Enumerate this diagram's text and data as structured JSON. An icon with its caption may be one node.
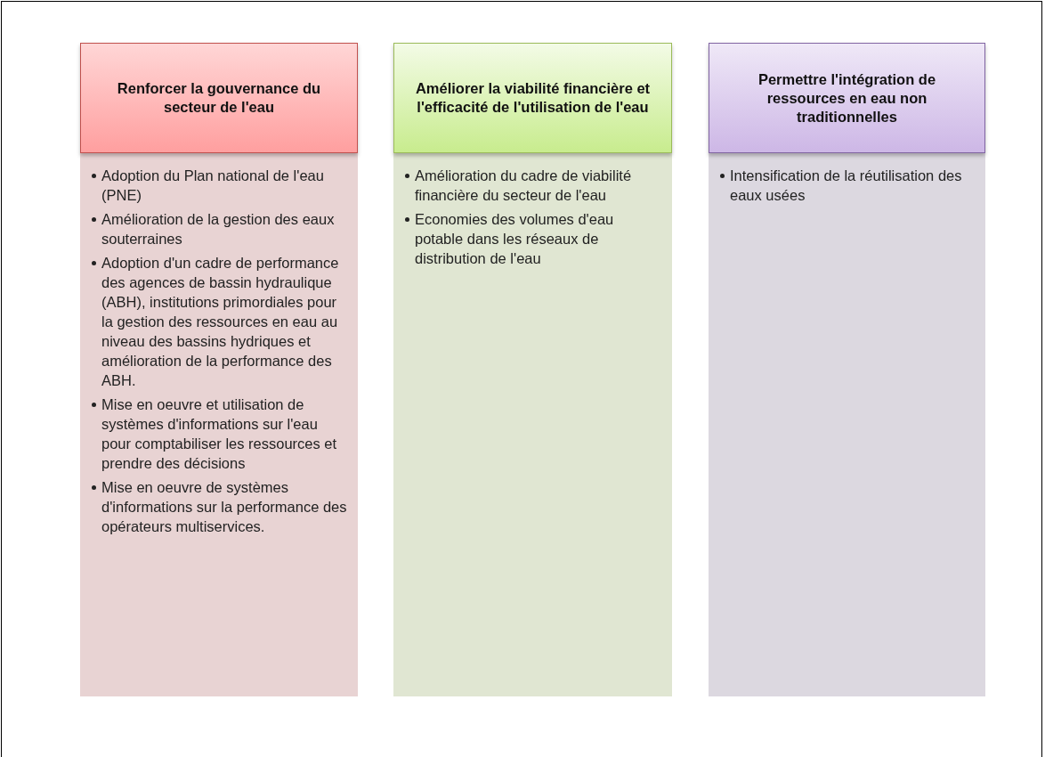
{
  "diagram": {
    "nodes": [
      {
        "text": [
          "Renforcer la gouvernance du secteur de l'eau"
        ]
      },
      {
        "text": [
          "Adoption du Plan national de l'eau (PNE)",
          "Amélioration de la gestion des eaux souterraines",
          "Adoption d'un cadre de performance des agences de bassin hydraulique (ABH), institutions primordiales pour la gestion des ressources en eau au niveau des bassins hydriques et amélioration de la performance des ABH.",
          "Mise en oeuvre et utilisation de systèmes d'informations sur l'eau pour comptabiliser les ressources  et prendre des décisions",
          "Mise en oeuvre  de systèmes d'informations sur la performance des opérateurs multiservices."
        ]
      },
      {
        "text": [
          "Améliorer la viabilité financière et l'efficacité de l'utilisation de l'eau"
        ]
      },
      {
        "text": [
          "Amélioration du cadre de viabilité financière du secteur de l'eau",
          "Economies des volumes d'eau potable dans les réseaux de distribution de l'eau"
        ]
      },
      {
        "text": [
          "Permettre l'intégration de ressources en eau non traditionnelles"
        ]
      },
      {
        "text": [
          "Intensification de la réutilisation des eaux usées"
        ]
      }
    ]
  }
}
